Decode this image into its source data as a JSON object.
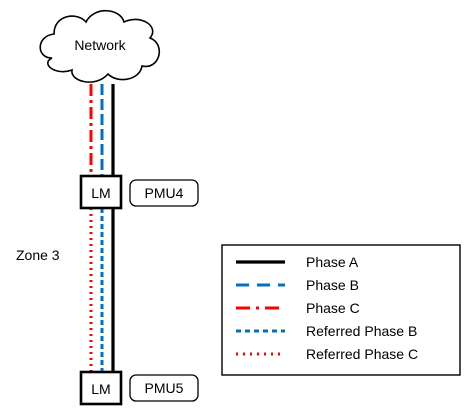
{
  "nodes": {
    "network": "Network",
    "lm_top": "LM",
    "pmu_top": "PMU4",
    "lm_bottom": "LM",
    "pmu_bottom": "PMU5"
  },
  "zone_label": "Zone 3",
  "legend": {
    "items": [
      {
        "label": "Phase A",
        "color": "#000000",
        "style": "solid"
      },
      {
        "label": "Phase B",
        "color": "#0070C0",
        "style": "dashed"
      },
      {
        "label": "Phase C",
        "color": "#FF0000",
        "style": "dash-dot"
      },
      {
        "label": "Referred Phase B",
        "color": "#0070C0",
        "style": "short-dash"
      },
      {
        "label": "Referred Phase C",
        "color": "#FF0000",
        "style": "dotted"
      }
    ]
  },
  "colors": {
    "phase_a": "#000000",
    "phase_b": "#0070C0",
    "phase_c": "#FF0000"
  }
}
